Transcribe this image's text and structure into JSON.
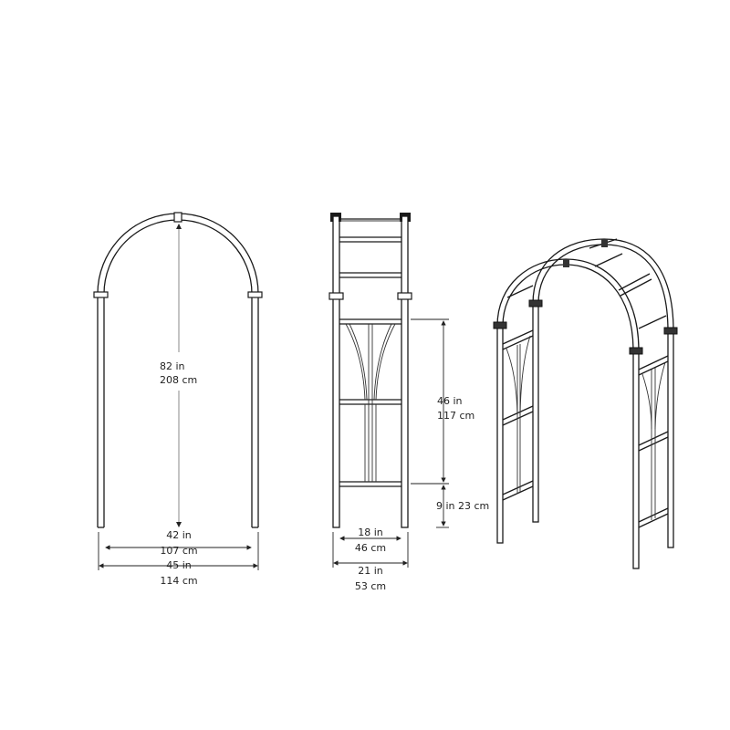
{
  "views": {
    "front": {
      "height_in": "82 in",
      "height_cm": "208 cm",
      "inner_width_in": "42 in",
      "inner_width_cm": "107 cm",
      "outer_width_in": "45 in",
      "outer_width_cm": "114 cm"
    },
    "side": {
      "panel_height_in": "46 in",
      "panel_height_cm": "117 cm",
      "bottom_clearance": "9 in 23 cm",
      "inner_depth_in": "18 in",
      "inner_depth_cm": "46 cm",
      "outer_depth_in": "21 in",
      "outer_depth_cm": "53 cm"
    }
  },
  "colors": {
    "line": "#1a1a1a",
    "background": "#ffffff"
  }
}
